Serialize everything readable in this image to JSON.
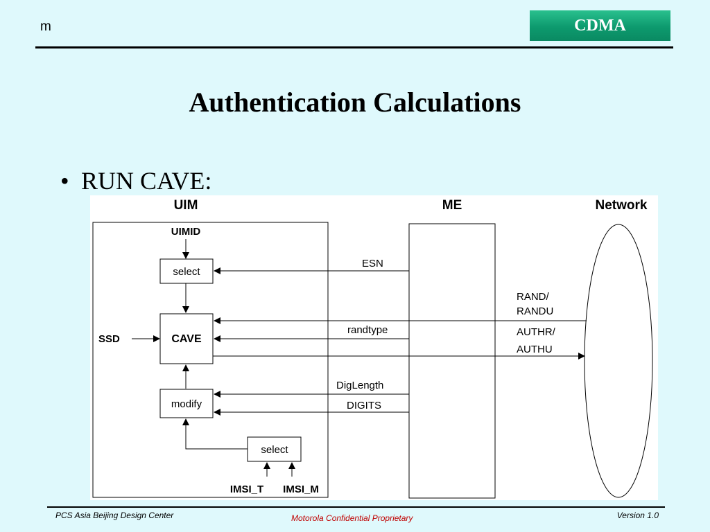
{
  "header": {
    "mark": "m",
    "brand": "CDMA"
  },
  "title": "Authentication Calculations",
  "bullet": {
    "symbol": "•",
    "text": "RUN CAVE:"
  },
  "diagram": {
    "columns": {
      "uim": "UIM",
      "me": "ME",
      "network": "Network"
    },
    "boxes": {
      "select_top": "select",
      "cave": "CAVE",
      "modify": "modify",
      "select_bottom": "select"
    },
    "inputs": {
      "uimid": "UIMID",
      "ssd": "SSD",
      "imsi_t": "IMSI_T",
      "imsi_m": "IMSI_M"
    },
    "signals": {
      "esn": "ESN",
      "rand_line1": "RAND/",
      "rand_line2": "RANDU",
      "randtype": "randtype",
      "authr_line1": "AUTHR/",
      "authr_line2": "AUTHU",
      "diglength": "DigLength",
      "digits": "DIGITS"
    }
  },
  "footer": {
    "left": "PCS Asia Beijing Design Center",
    "center": "Motorola Confidential Proprietary",
    "right": "Version 1.0"
  },
  "colors": {
    "background": "#dff9fc",
    "brand_green": "#11a878",
    "confidential_red": "#c00000"
  }
}
